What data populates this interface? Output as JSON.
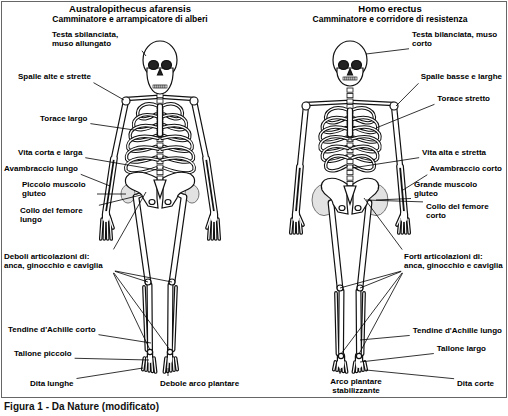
{
  "diagram": {
    "caption": "Figura 1 - Da Nature (modificato)",
    "labels": [
      "Australopithecus afarensis",
      "Camminatore e arrampicatore di alberi",
      "Testa sbilanciata, muso allungato",
      "Spalle alte e strette",
      "Torace largo",
      "Vita corta e larga",
      "Avambraccio lungo",
      "Piccolo muscolo gluteo",
      "Collo del femore lungo",
      "Deboli articolazioni di: anca, ginocchio e caviglia",
      "Tendine d'Achille corto",
      "Tallone piccolo",
      "Dita lunghe",
      "Debole arco plantare",
      "Homo erectus",
      "Camminatore e corridore di resistenza",
      "Testa bilanciata, muso corto",
      "Spalle basse e larghe",
      "Torace stretto",
      "Vita alta e stretta",
      "Avambraccio corto",
      "Grande muscolo gluteo",
      "Collo del femore corto",
      "Forti articolazioni di: anca, ginocchio e caviglia",
      "Tendine d'Achille lungo",
      "Tallone largo",
      "Arco plantare stabilizzante",
      "Dita corte"
    ]
  }
}
